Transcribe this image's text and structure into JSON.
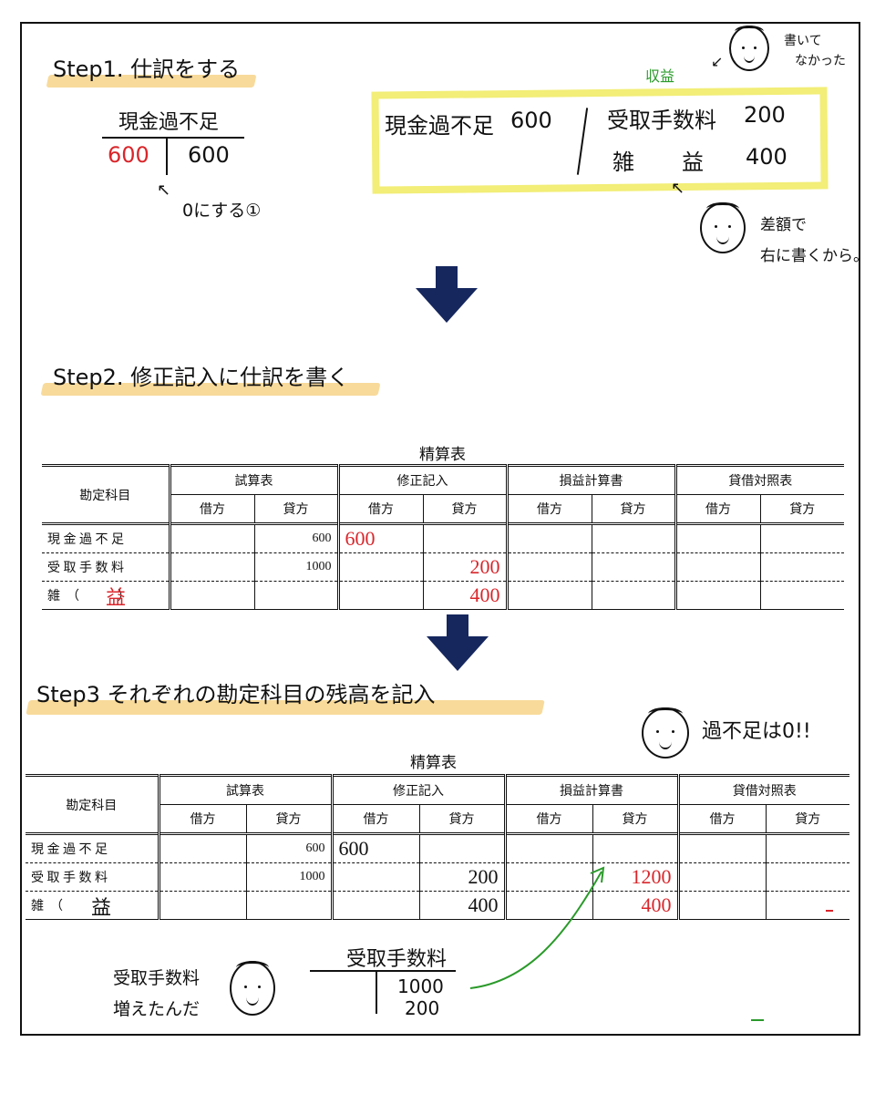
{
  "step1": {
    "title": "Step1. 仕訳をする",
    "t_account_title": "現金過不足",
    "t_debit": "600",
    "t_credit": "600",
    "note_zero": "0にする①",
    "entry_debit_account": "現金過不足",
    "entry_debit_amount": "600",
    "entry_credit1_account": "受取手数料",
    "entry_credit1_amount": "200",
    "entry_credit2_account": "雑",
    "entry_credit2_suffix": "益",
    "entry_credit2_amount": "400",
    "green_note": "収益",
    "note_top": [
      "書いて",
      "なかった"
    ],
    "note_right": [
      "差額で",
      "右に書くから。"
    ]
  },
  "step2": {
    "title": "Step2. 修正記入に仕訳を書く"
  },
  "step3": {
    "title": "Step3 それぞれの勘定科目の残高を記入",
    "bubble": "過不足は0!!",
    "t_account_title": "受取手数料",
    "t_credit1": "1000",
    "t_credit2": "200",
    "note": [
      "受取手数料",
      "増えたんだ"
    ]
  },
  "worksheet": {
    "title": "精算表",
    "account_header": "勘定科目",
    "groups": [
      "試算表",
      "修正記入",
      "損益計算書",
      "貸借対照表"
    ],
    "debit": "借方",
    "credit": "貸方",
    "rows": [
      "現 金 過 不 足",
      "受 取 手 数 料",
      "雑　（　　　）"
    ],
    "tb_credit": [
      "600",
      "1000",
      ""
    ],
    "misc_fill": "益"
  },
  "worksheet2_entries": {
    "adj_debit": [
      "600",
      "",
      ""
    ],
    "adj_credit": [
      "",
      "200",
      "400"
    ]
  },
  "worksheet3_entries": {
    "adj_debit": [
      "600",
      "",
      ""
    ],
    "adj_credit": [
      "",
      "200",
      "400"
    ],
    "pl_credit": [
      "",
      "1200",
      "400"
    ]
  },
  "colors": {
    "highlight": "#f7d48a",
    "red": "#d9262b",
    "arrow": "#16275e",
    "green": "#2a9a2a",
    "box": "#f2ee77"
  }
}
